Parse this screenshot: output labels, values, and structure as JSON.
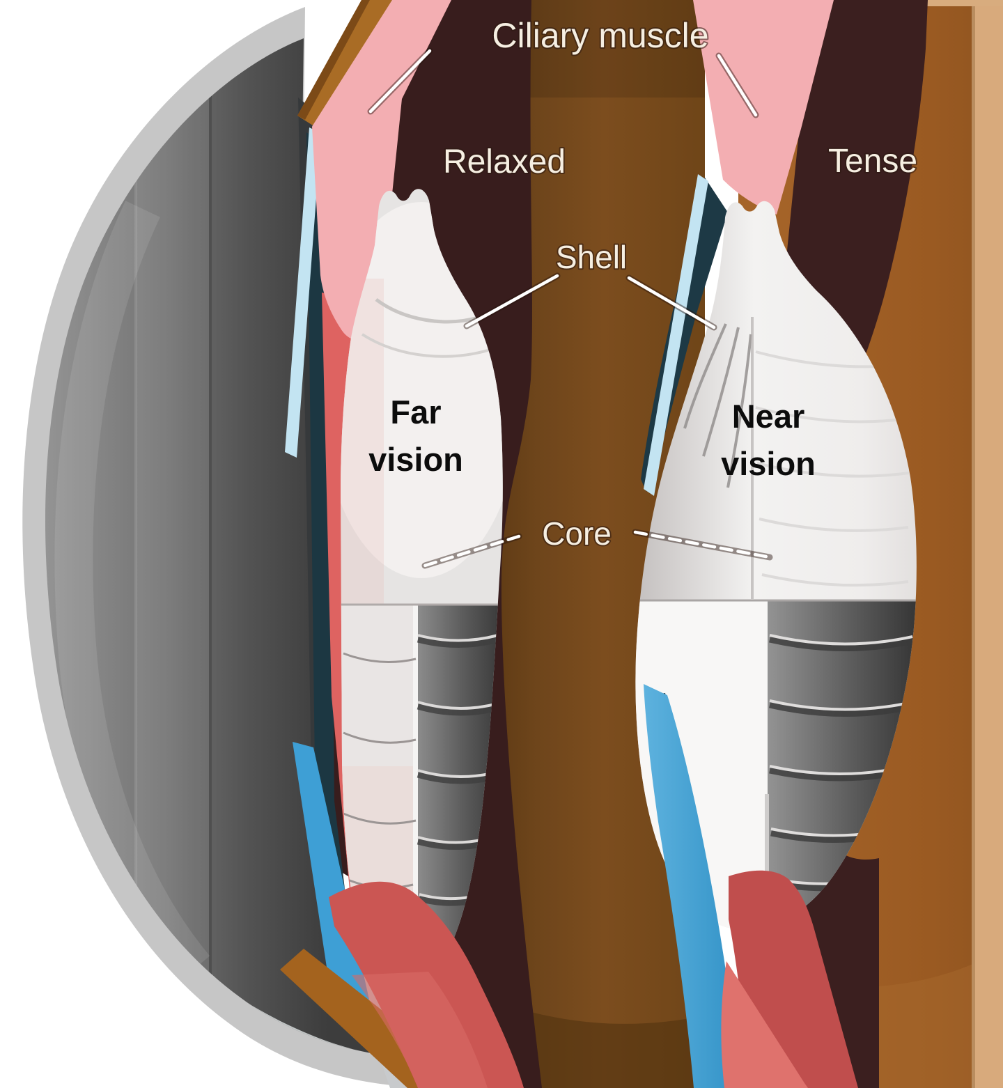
{
  "illustration": {
    "labels": {
      "ciliary_muscle": "Ciliary muscle",
      "relaxed": "Relaxed",
      "tense": "Tense",
      "shell": "Shell",
      "core": "Core",
      "far_line1": "Far",
      "far_line2": "vision",
      "near_line1": "Near",
      "near_line2": "vision"
    },
    "colors": {
      "ciliary_muscle_pink": "#F3AEB2",
      "ciliary_body_red": "#CB5653",
      "ciliary_body_red_light": "#DF726D",
      "zonule_light_blue": "#C3E4F2",
      "zonule_bright_blue": "#3E9FD5",
      "cavity_dark_maroon": "#381D1D",
      "iris_brown": "#7A4B1D",
      "choroid_orange": "#9C5C24",
      "sclera_tan": "#D8AA7C",
      "sclera_cut_brown": "#A4631E",
      "cornea_gray_dark": "#474747",
      "cornea_gray_light": "#C6C6C6",
      "lens_shell_gray": "#E9E6E5",
      "lens_core_dark": "#3F3F3F",
      "label_white": "#F6EFE2",
      "label_black": "#0C0C0C"
    }
  }
}
